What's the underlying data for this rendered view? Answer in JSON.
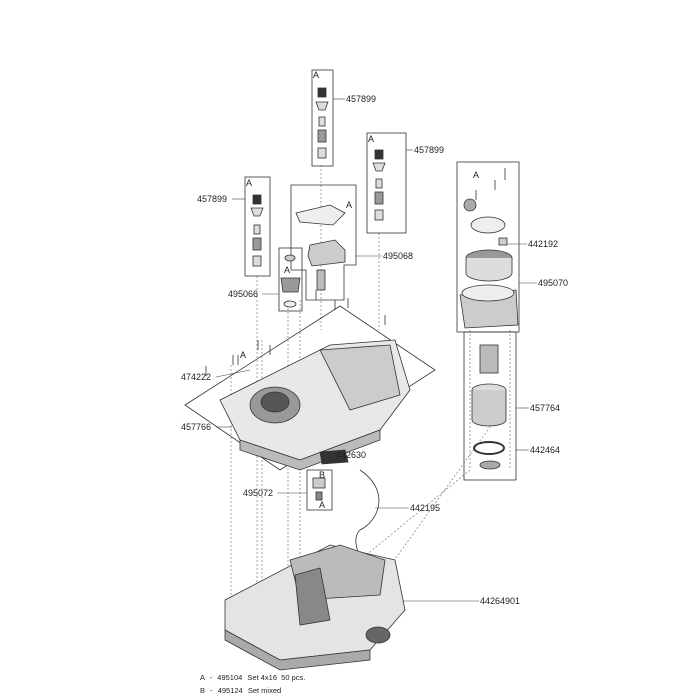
{
  "labels": {
    "top_cartridge": "457899",
    "right_cartridge": "457899",
    "left_cartridge": "457899",
    "bracket_set": "495068",
    "knob_set": "495066",
    "clip": "442192",
    "drum_housing": "495070",
    "screw_474222": "474222",
    "top_housing": "457766",
    "filter_pad": "442630",
    "motor_unit": "457764",
    "seal_ring": "442464",
    "switch_set": "495072",
    "cable": "442195",
    "bottom_chassis": "44264901"
  },
  "callouts": {
    "a": "A",
    "b": "B"
  },
  "legend": [
    {
      "key": "A",
      "sep": "-",
      "part": "495104",
      "desc": "Set 4x16  50 pcs."
    },
    {
      "key": "B",
      "sep": "-",
      "part": "495124",
      "desc": "Set mixed"
    }
  ]
}
